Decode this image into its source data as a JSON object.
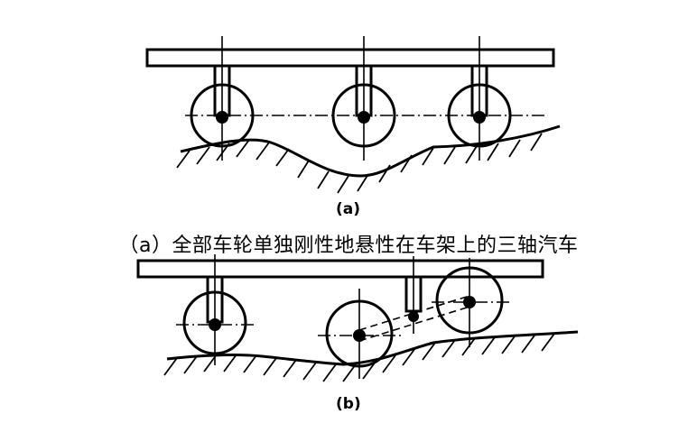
{
  "figure": {
    "panel_a_label": "(a)",
    "caption": "（a）全部车轮单独刚性地悬性在车架上的三轴汽车",
    "panel_b_label": "(b)"
  }
}
